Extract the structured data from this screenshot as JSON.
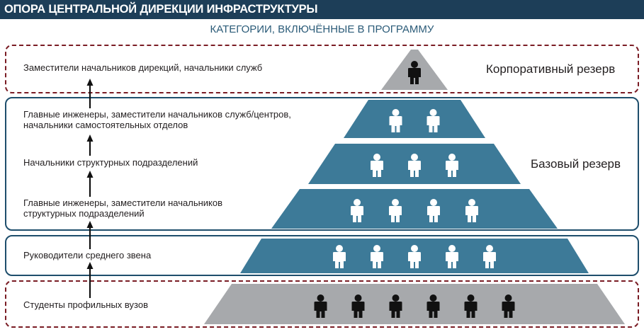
{
  "header": {
    "title": "ОПОРА ЦЕНТРАЛЬНОЙ ДИРЕКЦИИ ИНФРАСТРУКТУРЫ",
    "subtitle": "КАТЕГОРИИ, ВКЛЮЧЁННЫЕ В ПРОГРАММУ"
  },
  "reserves": {
    "corporate": "Корпоративный резерв",
    "base": "Базовый резерв"
  },
  "levels": [
    {
      "label": "Заместители начальников дирекций, начальники служб",
      "people": 1,
      "tone": "dark"
    },
    {
      "label": "Главные инженеры, заместители начальников служб/центров, начальники самостоятельных отделов",
      "people": 2,
      "tone": "light"
    },
    {
      "label": "Начальники структурных подразделений",
      "people": 3,
      "tone": "light"
    },
    {
      "label": "Главные инженеры, заместители начальников структурных подразделений",
      "people": 4,
      "tone": "light"
    },
    {
      "label": "Руководители среднего звена",
      "people": 5,
      "tone": "light"
    },
    {
      "label": "Студенты профильных вузов",
      "people": 6,
      "tone": "dark"
    }
  ],
  "colors": {
    "header_bg": "#1d3e58",
    "pyramid_blue": "#3d7a98",
    "pyramid_gray": "#a7a9ac",
    "corporate_border": "#7a1c24",
    "base_border": "#1e4e6c",
    "person_light": "#ffffff",
    "person_dark": "#111111"
  }
}
